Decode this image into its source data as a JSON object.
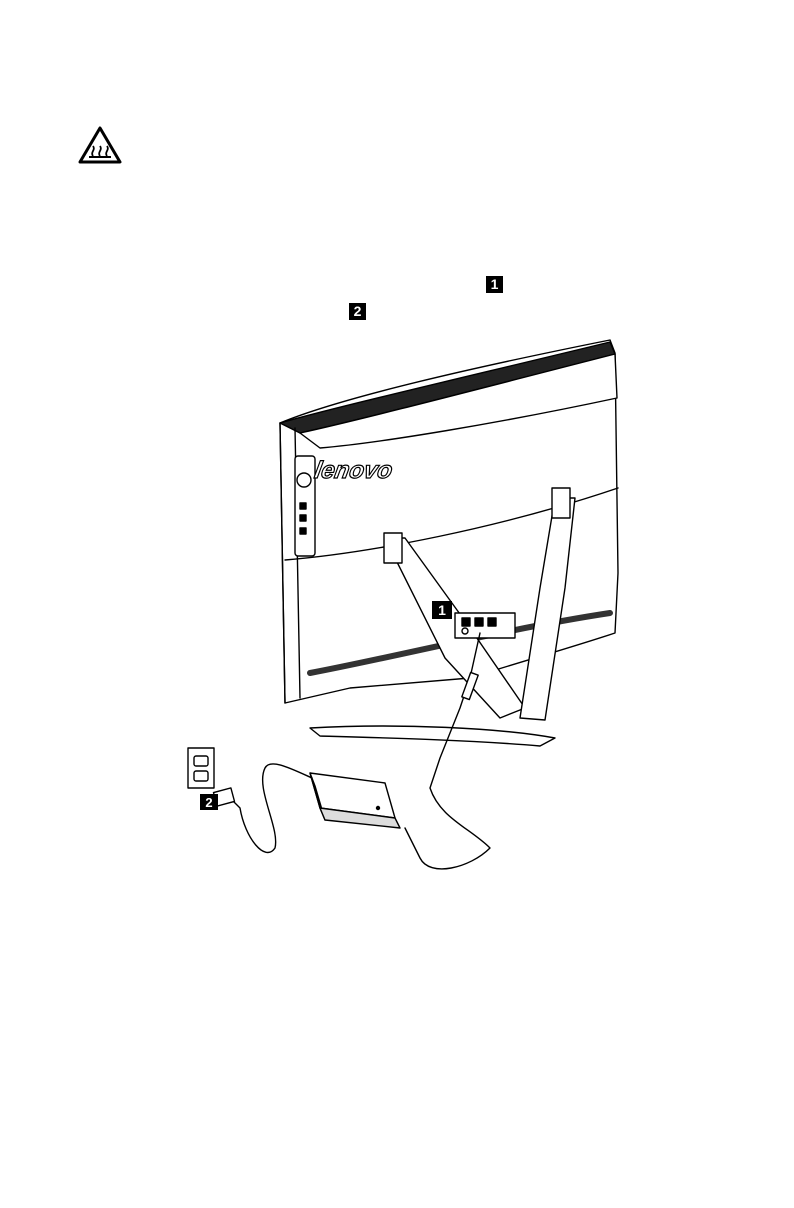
{
  "warning": {
    "icon": "hot-surface-icon"
  },
  "callouts": [
    {
      "number": "1"
    },
    {
      "number": "2"
    }
  ],
  "illustration": {
    "brand_logo": "lenovo",
    "callout_labels": [
      "1",
      "2"
    ]
  },
  "colors": {
    "ink": "#000000",
    "paper": "#ffffff",
    "badge": "#000000"
  }
}
